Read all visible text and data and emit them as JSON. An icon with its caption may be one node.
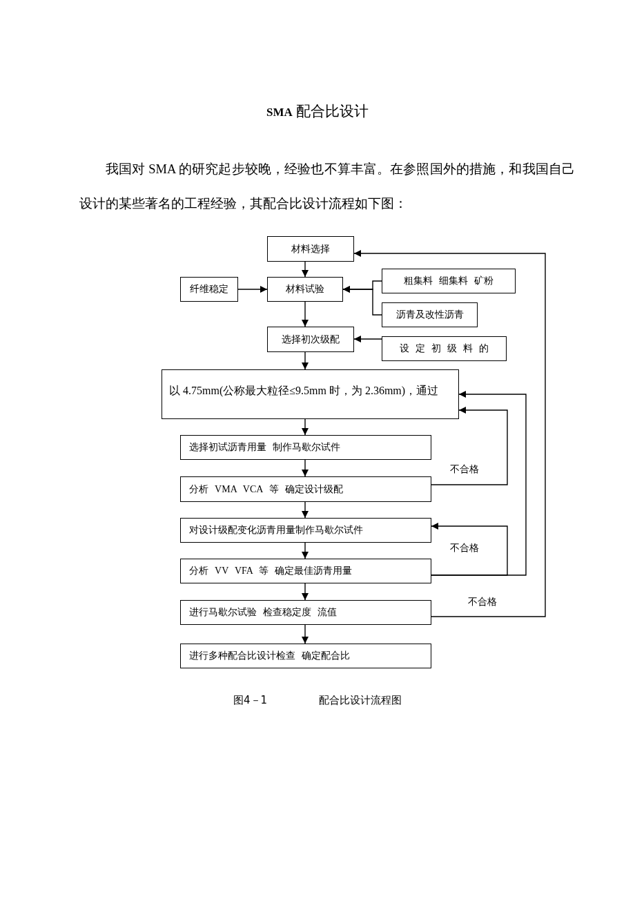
{
  "diagram": {
    "title": "**SMA** 配合比设计",
    "caption": "图4－1 配合比设计流程图",
    "nodes": [
      {
        "text": [
          "材料选择"
        ]
      },
      {
        "text": [
          "纤维稳定"
        ]
      },
      {
        "text": [
          "材料试验"
        ]
      },
      {
        "text": [
          "粗集料 细集料 矿粉"
        ]
      },
      {
        "text": [
          "沥青及改性沥青"
        ]
      },
      {
        "text": [
          "选择初次级配"
        ]
      },
      {
        "text": [
          "设 定 初 级 料 的"
        ]
      },
      {
        "text": [
          "以 4.75mm(公称最大粒径≤9.5mm 时，为 2.36mm)，通过"
        ]
      },
      {
        "text": [
          "选择初试沥青用量 制作马歇尔试件"
        ]
      },
      {
        "text": [
          "分析 VMA VCA 等 确定设计级配"
        ]
      },
      {
        "text": [
          "对设计级配变化沥青用量制作马歇尔试件"
        ]
      },
      {
        "text": [
          "分析 VV VFA 等 确定最佳沥青用量"
        ]
      },
      {
        "text": [
          "进行马歇尔试验 检查稳定度 流值"
        ]
      },
      {
        "text": [
          "进行多种配合比设计检查 确定配合比"
        ]
      }
    ],
    "edges": [
      {
        "from": 0,
        "to": 2,
        "arrow": "to"
      },
      {
        "from": 1,
        "to": 2,
        "arrow": "to"
      },
      {
        "from": 3,
        "to": 2,
        "arrow": "to"
      },
      {
        "from": 4,
        "to": 2,
        "arrow": "to"
      },
      {
        "from": 2,
        "to": 5,
        "arrow": "to"
      },
      {
        "from": 6,
        "to": 5,
        "arrow": "to"
      },
      {
        "from": 5,
        "to": 7,
        "arrow": "to"
      },
      {
        "from": 7,
        "to": 8,
        "arrow": "to"
      },
      {
        "from": 8,
        "to": 9,
        "arrow": "to"
      },
      {
        "from": 9,
        "to": 7,
        "arrow": "to",
        "label": "不合格"
      },
      {
        "from": 9,
        "to": 10,
        "arrow": "to"
      },
      {
        "from": 10,
        "to": 11,
        "arrow": "to"
      },
      {
        "from": 11,
        "to": 10,
        "arrow": "to",
        "label": "不合格"
      },
      {
        "from": 11,
        "to": 7,
        "arrow": "to"
      },
      {
        "from": 11,
        "to": 12,
        "arrow": "to"
      },
      {
        "from": 12,
        "to": 0,
        "arrow": "to",
        "label": "不合格"
      },
      {
        "from": 12,
        "to": 13,
        "arrow": "to"
      }
    ],
    "labels": [
      "我国对 SMA 的研究起步较晚，经验也不算丰富。在参照国外的措施，和我国自己设计的某些著名的工程经验，其配合比设计流程如下图："
    ]
  }
}
